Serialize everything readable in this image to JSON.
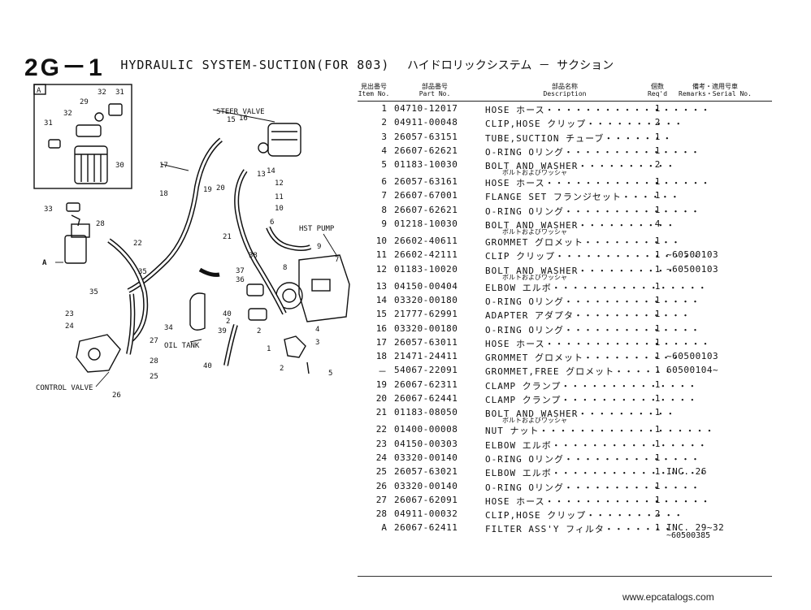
{
  "title": {
    "code": "2G－1",
    "name": "HYDRAULIC SYSTEM-SUCTION(FOR 803)",
    "jp": "ハイドロリックシステム － サクション"
  },
  "header": {
    "item_jp": "見出番号",
    "item_en": "Item No.",
    "part_jp": "部品番号",
    "part_en": "Part No.",
    "desc_jp": "部品名称",
    "desc_en": "Description",
    "qty_jp": "個数",
    "qty_en": "Req'd",
    "rem_jp": "備考・適用号車",
    "rem_en": "Remarks・Serial No."
  },
  "parts": [
    {
      "item": "1",
      "part": "04710-12017",
      "desc": "HOSE ホース・・・・・・・・・・・・・・・・・",
      "sub": "",
      "qty": "1",
      "rem": "",
      "rem2": ""
    },
    {
      "item": "2",
      "part": "04911-00048",
      "desc": "CLIP,HOSE クリップ・・・・・・・・・・",
      "sub": "",
      "qty": "2",
      "rem": "",
      "rem2": ""
    },
    {
      "item": "3",
      "part": "26057-63151",
      "desc": "TUBE,SUCTION チューブ・・・・・・・",
      "sub": "",
      "qty": "1",
      "rem": "",
      "rem2": ""
    },
    {
      "item": "4",
      "part": "26607-62621",
      "desc": "O-RING Oリング・・・・・・・・・・・・・・",
      "sub": "",
      "qty": "1",
      "rem": "",
      "rem2": ""
    },
    {
      "item": "5",
      "part": "01183-10030",
      "desc": "BOLT AND WASHER・・・・・・・・・・",
      "sub": "ボルトおよびワッシャ",
      "qty": "2",
      "rem": "",
      "rem2": ""
    },
    {
      "item": "6",
      "part": "26057-63161",
      "desc": "HOSE ホース・・・・・・・・・・・・・・・・・",
      "sub": "",
      "qty": "1",
      "rem": "",
      "rem2": ""
    },
    {
      "item": "7",
      "part": "26607-67001",
      "desc": "FLANGE SET フランジセット・・・・・・",
      "sub": "",
      "qty": "1",
      "rem": "",
      "rem2": ""
    },
    {
      "item": "8",
      "part": "26607-62621",
      "desc": "O-RING Oリング・・・・・・・・・・・・・・",
      "sub": "",
      "qty": "1",
      "rem": "",
      "rem2": ""
    },
    {
      "item": "9",
      "part": "01218-10030",
      "desc": "BOLT AND WASHER・・・・・・・・・・",
      "sub": "ボルトおよびワッシャ",
      "qty": "4",
      "rem": "",
      "rem2": ""
    },
    {
      "item": "10",
      "part": "26602-40611",
      "desc": "GROMMET グロメット・・・・・・・・・・",
      "sub": "",
      "qty": "1",
      "rem": "",
      "rem2": ""
    },
    {
      "item": "11",
      "part": "26602-42111",
      "desc": "CLIP クリップ・・・・・・・・・・・・・・・",
      "sub": "",
      "qty": "1",
      "rem": "~60500103",
      "rem2": ""
    },
    {
      "item": "12",
      "part": "01183-10020",
      "desc": "BOLT AND WASHER・・・・・・・・・・",
      "sub": "ボルトおよびワッシャ",
      "qty": "1",
      "rem": "~60500103",
      "rem2": ""
    },
    {
      "item": "13",
      "part": "04150-00404",
      "desc": "ELBOW エルボ・・・・・・・・・・・・・・・・",
      "sub": "",
      "qty": "1",
      "rem": "",
      "rem2": ""
    },
    {
      "item": "14",
      "part": "03320-00180",
      "desc": "O-RING Oリング・・・・・・・・・・・・・・",
      "sub": "",
      "qty": "1",
      "rem": "",
      "rem2": ""
    },
    {
      "item": "15",
      "part": "21777-62991",
      "desc": "ADAPTER アダプタ・・・・・・・・・・・・",
      "sub": "",
      "qty": "1",
      "rem": "",
      "rem2": ""
    },
    {
      "item": "16",
      "part": "03320-00180",
      "desc": "O-RING Oリング・・・・・・・・・・・・・・",
      "sub": "",
      "qty": "1",
      "rem": "",
      "rem2": ""
    },
    {
      "item": "17",
      "part": "26057-63011",
      "desc": "HOSE ホース・・・・・・・・・・・・・・・・・",
      "sub": "",
      "qty": "1",
      "rem": "",
      "rem2": ""
    },
    {
      "item": "18",
      "part": "21471-24411",
      "desc": "GROMMET グロメット・・・・・・・・・・",
      "sub": "",
      "qty": "1",
      "rem": "~60500103",
      "rem2": ""
    },
    {
      "item": "－",
      "part": "54067-22091",
      "desc": "GROMMET,FREE グロメット・・・・・・",
      "sub": "",
      "qty": "1",
      "rem": "60500104~",
      "rem2": ""
    },
    {
      "item": "19",
      "part": "26067-62311",
      "desc": "CLAMP クランプ・・・・・・・・・・・・・・",
      "sub": "",
      "qty": "1",
      "rem": "",
      "rem2": ""
    },
    {
      "item": "20",
      "part": "26067-62441",
      "desc": "CLAMP クランプ・・・・・・・・・・・・・・",
      "sub": "",
      "qty": "1",
      "rem": "",
      "rem2": ""
    },
    {
      "item": "21",
      "part": "01183-08050",
      "desc": "BOLT AND WASHER・・・・・・・・・・",
      "sub": "ボルトおよびワッシャ",
      "qty": "1",
      "rem": "",
      "rem2": ""
    },
    {
      "item": "22",
      "part": "01400-00008",
      "desc": "NUT ナット・・・・・・・・・・・・・・・・・・",
      "sub": "",
      "qty": "1",
      "rem": "",
      "rem2": ""
    },
    {
      "item": "23",
      "part": "04150-00303",
      "desc": "ELBOW エルボ・・・・・・・・・・・・・・・・",
      "sub": "",
      "qty": "1",
      "rem": "",
      "rem2": ""
    },
    {
      "item": "24",
      "part": "03320-00140",
      "desc": "O-RING Oリング・・・・・・・・・・・・・・",
      "sub": "",
      "qty": "1",
      "rem": "",
      "rem2": ""
    },
    {
      "item": "25",
      "part": "26057-63021",
      "desc": "ELBOW エルボ・・・・・・・・・・・・・・・・",
      "sub": "",
      "qty": "1",
      "rem": "INC. 26",
      "rem2": ""
    },
    {
      "item": "26",
      "part": "03320-00140",
      "desc": "O-RING Oリング・・・・・・・・・・・・・・",
      "sub": "",
      "qty": "1",
      "rem": "",
      "rem2": ""
    },
    {
      "item": "27",
      "part": "26067-62091",
      "desc": "HOSE ホース・・・・・・・・・・・・・・・・・",
      "sub": "",
      "qty": "1",
      "rem": "",
      "rem2": ""
    },
    {
      "item": "28",
      "part": "04911-00032",
      "desc": "CLIP,HOSE クリップ・・・・・・・・・・",
      "sub": "",
      "qty": "2",
      "rem": "",
      "rem2": ""
    },
    {
      "item": "A",
      "part": "26067-62411",
      "desc": "FILTER ASS'Y フィルタ・・・・・・・",
      "sub": "",
      "qty": "1",
      "rem": "INC. 29~32",
      "rem2": "~60500385"
    }
  ],
  "diagram": {
    "inset_label": "A",
    "labels": {
      "steer_valve": "STEER VALVE",
      "hst_pump": "HST PUMP",
      "oil_tank": "OIL TANK",
      "control_valve": "CONTROL VALVE",
      "arrow_a": "A"
    },
    "callouts": [
      "1",
      "2",
      "2",
      "2",
      "3",
      "4",
      "5",
      "6",
      "7",
      "8",
      "9",
      "10",
      "11",
      "12",
      "13",
      "14",
      "15",
      "16",
      "17",
      "18",
      "19",
      "20",
      "21",
      "22",
      "23",
      "24",
      "25",
      "26",
      "27",
      "28",
      "28",
      "29",
      "30",
      "31",
      "31",
      "32",
      "32",
      "33",
      "34",
      "35",
      "35",
      "36",
      "37",
      "38",
      "39",
      "40",
      "40"
    ]
  },
  "footer": {
    "site": "www.epcatalogs.com"
  }
}
